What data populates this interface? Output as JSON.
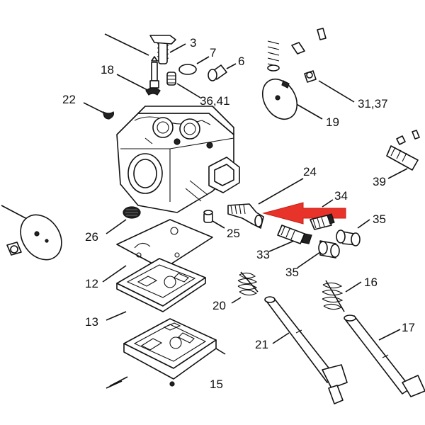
{
  "diagram": {
    "labels": {
      "p3": "3",
      "p7": "7",
      "p6": "6",
      "p18": "18",
      "p36_41": "36,41",
      "p22": "22",
      "p31_37": "31,37",
      "p19": "19",
      "p24": "24",
      "p34": "34",
      "p35a": "35",
      "p35b": "35",
      "p33": "33",
      "p39": "39",
      "p26": "26",
      "p25": "25",
      "p12": "12",
      "p13": "13",
      "p20": "20",
      "p16": "16",
      "p17": "17",
      "p21": "21",
      "p15": "15"
    },
    "colors": {
      "line": "#111111",
      "arrow": "#e8332a",
      "background": "#ffffff"
    }
  }
}
